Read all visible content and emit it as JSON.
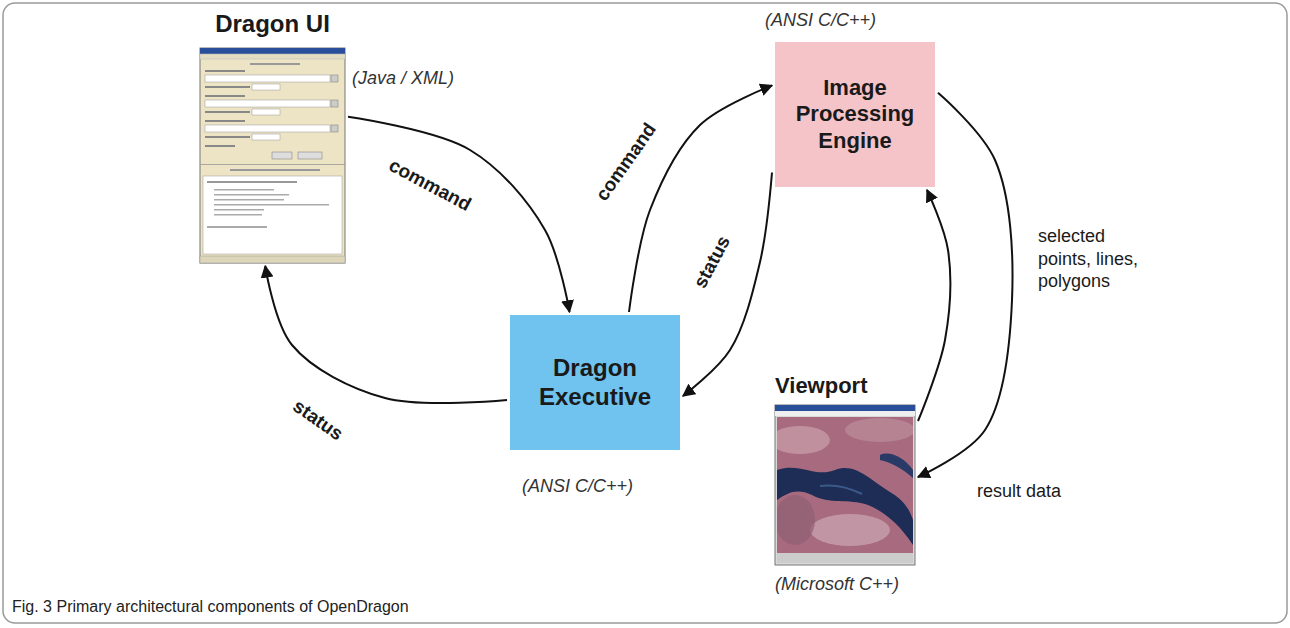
{
  "diagram": {
    "caption": "Fig. 3 Primary architectural components of OpenDragon",
    "nodes": [
      {
        "text": [
          "Dragon UI"
        ]
      },
      {
        "text": [
          "Image Processing Engine"
        ]
      },
      {
        "text": [
          "Dragon Executive"
        ]
      },
      {
        "text": [
          "Viewport"
        ]
      }
    ],
    "edges": [
      {
        "from": 0,
        "to": 2,
        "arrow": "to",
        "label": "command"
      },
      {
        "from": 2,
        "to": 0,
        "arrow": "to",
        "label": "status"
      },
      {
        "from": 2,
        "to": 1,
        "arrow": "to",
        "label": "command"
      },
      {
        "from": 1,
        "to": 2,
        "arrow": "to",
        "label": "status"
      },
      {
        "from": 3,
        "to": 1,
        "arrow": "to",
        "label": "selected points, lines, polygons"
      },
      {
        "from": 1,
        "to": 3,
        "arrow": "to",
        "label": "result data"
      }
    ],
    "labels": [
      "(Java / XML)",
      "(ANSI C/C++)",
      "(ANSI C/C++)",
      "(Microsoft C++)"
    ]
  }
}
